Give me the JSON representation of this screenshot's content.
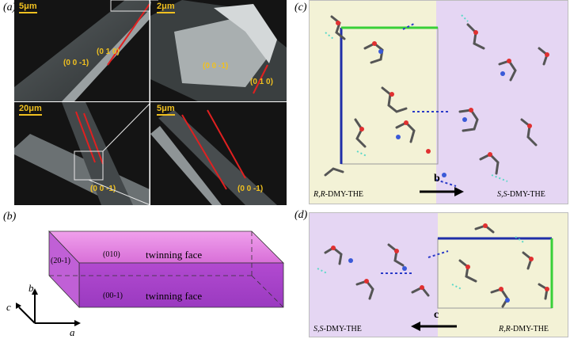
{
  "panels": {
    "a": {
      "label": "(a)",
      "images": [
        {
          "scale": "5μm",
          "faces": [
            "(0 0 -1)",
            "(0 1 0)"
          ]
        },
        {
          "scale": "2μm",
          "faces": [
            "(0 0 -1)",
            "(0 1 0)"
          ]
        },
        {
          "scale": "20μm",
          "faces": [
            "(0 0 -1)"
          ]
        },
        {
          "scale": "5μm",
          "faces": [
            "(0 0 -1)"
          ]
        }
      ]
    },
    "b": {
      "label": "(b)",
      "top_face": "(010)",
      "bottom_face": "(00-1)",
      "side_face": "(20-1)",
      "top_text": "twinning face",
      "bottom_text": "twinning face",
      "axes": {
        "a": "a",
        "b": "b",
        "c": "c"
      }
    },
    "c": {
      "label": "(c)",
      "left_prefix": "R,R",
      "left_suffix": "-DMY-THE",
      "right_prefix": "S,S",
      "right_suffix": "-DMY-THE",
      "axis": "b"
    },
    "d": {
      "label": "(d)",
      "left_prefix": "S,S",
      "left_suffix": "-DMY-THE",
      "right_prefix": "R,R",
      "right_suffix": "-DMY-THE",
      "axis": "c"
    }
  },
  "colors": {
    "scale": "#f0c020",
    "twin_line": "#e02020",
    "rr_background": "#f3f2d6",
    "ss_background": "#e5d6f3",
    "cell_blue": "#1f2ea8",
    "cell_green": "#38d038",
    "magenta_top": "#e879e2",
    "magenta_front": "#b040c8"
  }
}
